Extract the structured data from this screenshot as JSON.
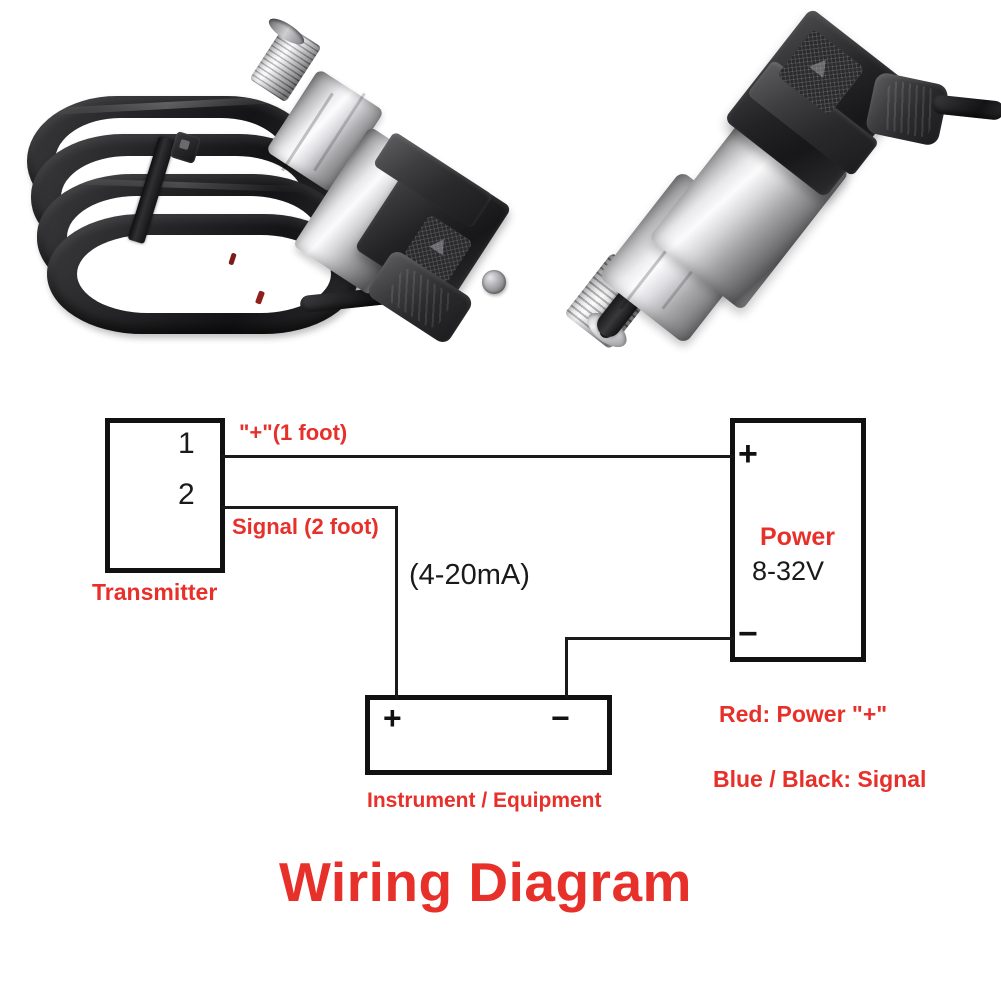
{
  "page": {
    "background": "#ffffff",
    "accent_red": "#e8302a",
    "line_black": "#1a1a1a",
    "title": "Wiring Diagram"
  },
  "photos": [
    {
      "name": "pressure-transducer-with-coiled-cable",
      "description": "Stainless steel pressure transducer with black DIN connector and coiled black cable secured by a zip tie"
    },
    {
      "name": "pressure-transducer-angled",
      "description": "Stainless steel pressure transmitter shown at an angle with threaded process port, hex nut and black right-angle DIN connector"
    }
  ],
  "diagram": {
    "transmitter": {
      "label": "Transmitter",
      "terminals": [
        {
          "id": "1",
          "label": "1"
        },
        {
          "id": "2",
          "label": "2"
        }
      ]
    },
    "power": {
      "title": "Power",
      "voltage": "8-32V",
      "plus": "+",
      "minus": "−"
    },
    "instrument": {
      "label": "Instrument / Equipment",
      "plus": "+",
      "minus": "−"
    },
    "wire_labels": {
      "plus_wire": "\"+\"(1 foot)",
      "signal_wire": "Signal (2 foot)",
      "current_loop": "(4-20mA)"
    },
    "legend": [
      {
        "text": "Red: Power \"+\""
      },
      {
        "text": "Blue / Black: Signal"
      }
    ]
  }
}
